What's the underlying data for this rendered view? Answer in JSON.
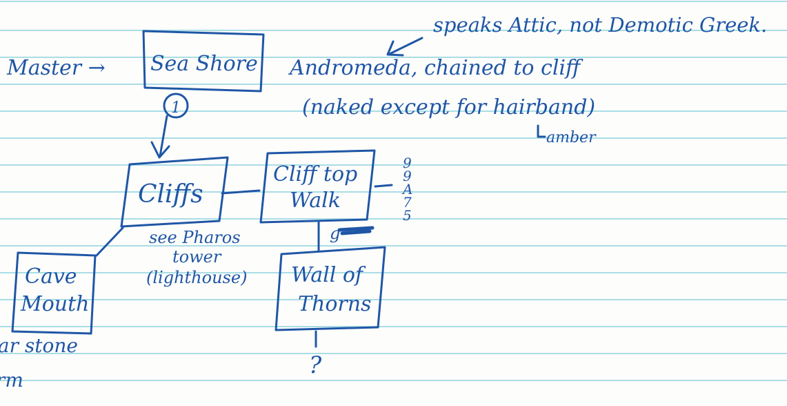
{
  "nodes": {
    "sea_shore": "Sea Shore",
    "cliffs": "Cliffs",
    "cliff_top_walk": [
      "Cliff top",
      "Walk"
    ],
    "cave_mouth": [
      "Cave",
      "Mouth"
    ],
    "wall_of_thorns": [
      "Wall of",
      "Thorns"
    ]
  },
  "labels": {
    "master": "Master →",
    "node_one": "1",
    "speaks": "speaks Attic, not Demotic Greek.",
    "andromeda_line1": "Andromeda, chained to cliff",
    "andromeda_line2": "(naked except for hairband)",
    "amber": "amber",
    "see_pharos": [
      "see Pharos",
      "tower",
      "(lighthouse)"
    ],
    "walk_side": [
      "9",
      "9",
      "A",
      "7",
      "5"
    ],
    "wall_marker": "g",
    "question": "?",
    "altar_stone": [
      "altar stone",
      "rm"
    ]
  },
  "colors": {
    "ink": "#1f56a6",
    "rule": "#a9dde6"
  }
}
